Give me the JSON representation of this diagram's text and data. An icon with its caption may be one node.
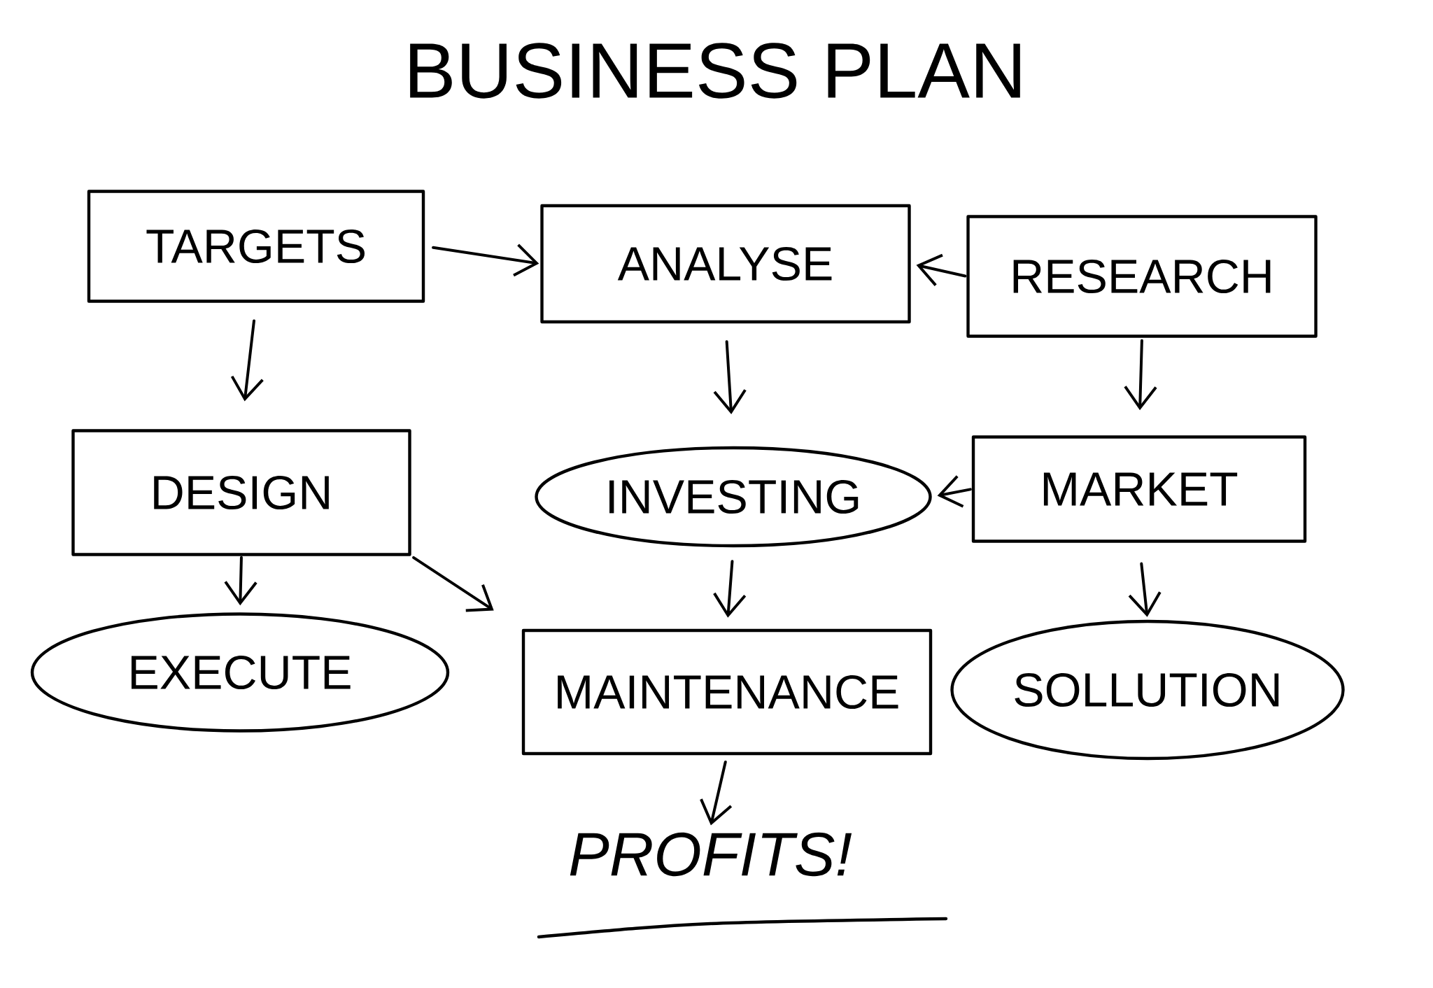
{
  "diagram": {
    "title": "BUSINESS PLAN",
    "nodes": [
      {
        "text": [
          "TARGETS"
        ]
      },
      {
        "text": [
          "ANALYSE"
        ]
      },
      {
        "text": [
          "RESEARCH"
        ]
      },
      {
        "text": [
          "DESIGN"
        ]
      },
      {
        "text": [
          "INVESTING"
        ]
      },
      {
        "text": [
          "MARKET"
        ]
      },
      {
        "text": [
          "EXECUTE"
        ]
      },
      {
        "text": [
          "MAINTENANCE"
        ]
      },
      {
        "text": [
          "SOLLUTION"
        ]
      },
      {
        "text": [
          "PROFITS!"
        ]
      }
    ],
    "edges": [
      {
        "from": 0,
        "to": 1,
        "arrow": "to"
      },
      {
        "from": 2,
        "to": 1,
        "arrow": "to"
      },
      {
        "from": 0,
        "to": 3,
        "arrow": "to"
      },
      {
        "from": 1,
        "to": 4,
        "arrow": "to"
      },
      {
        "from": 2,
        "to": 5,
        "arrow": "to"
      },
      {
        "from": 5,
        "to": 4,
        "arrow": "to"
      },
      {
        "from": 3,
        "to": 6,
        "arrow": "to"
      },
      {
        "from": 3,
        "to": 7,
        "arrow": "to"
      },
      {
        "from": 4,
        "to": 7,
        "arrow": "to"
      },
      {
        "from": 5,
        "to": 8,
        "arrow": "to"
      },
      {
        "from": 7,
        "to": 9,
        "arrow": "to"
      }
    ]
  }
}
